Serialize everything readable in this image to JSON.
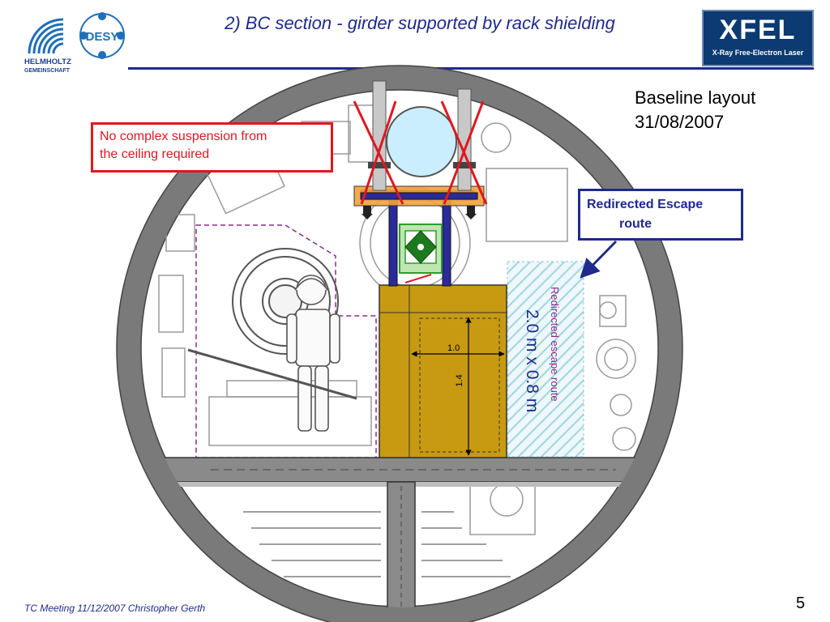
{
  "slide": {
    "title_num": "2) ",
    "title_a": "BC section",
    "title_sep": " - ",
    "title_b": "girder supported by rack shielding"
  },
  "logos": {
    "helmholtz_line1": "HELMHOLTZ",
    "helmholtz_line2": "GEMEINSCHAFT",
    "desy": "DESY",
    "xfel": "XFEL",
    "xfel_sub": "X-Ray Free-Electron Laser"
  },
  "baseline": {
    "line1": "Baseline layout",
    "line2": "31/08/2007"
  },
  "callouts": {
    "red_line1": "No complex suspension from",
    "red_line2": "the ceiling required",
    "blue_line1": "Redirected Escape",
    "blue_line2": "route"
  },
  "escape_route": {
    "label": "Redirected escape route",
    "size": "2.0 m x 0.8 m"
  },
  "dimensions": {
    "width": "1.0",
    "height": "1.4"
  },
  "footer": {
    "text": "TC Meeting 11/12/2007 Christopher Gerth",
    "page": "5"
  },
  "colors": {
    "title_blue": "#1f2a8c",
    "red": "#e0171f",
    "shielding": "#c79a12",
    "escape_hatch": "#9fd6e0",
    "girder_orange": "#f2a33a",
    "tunnel_grey": "#7a7a7a"
  }
}
